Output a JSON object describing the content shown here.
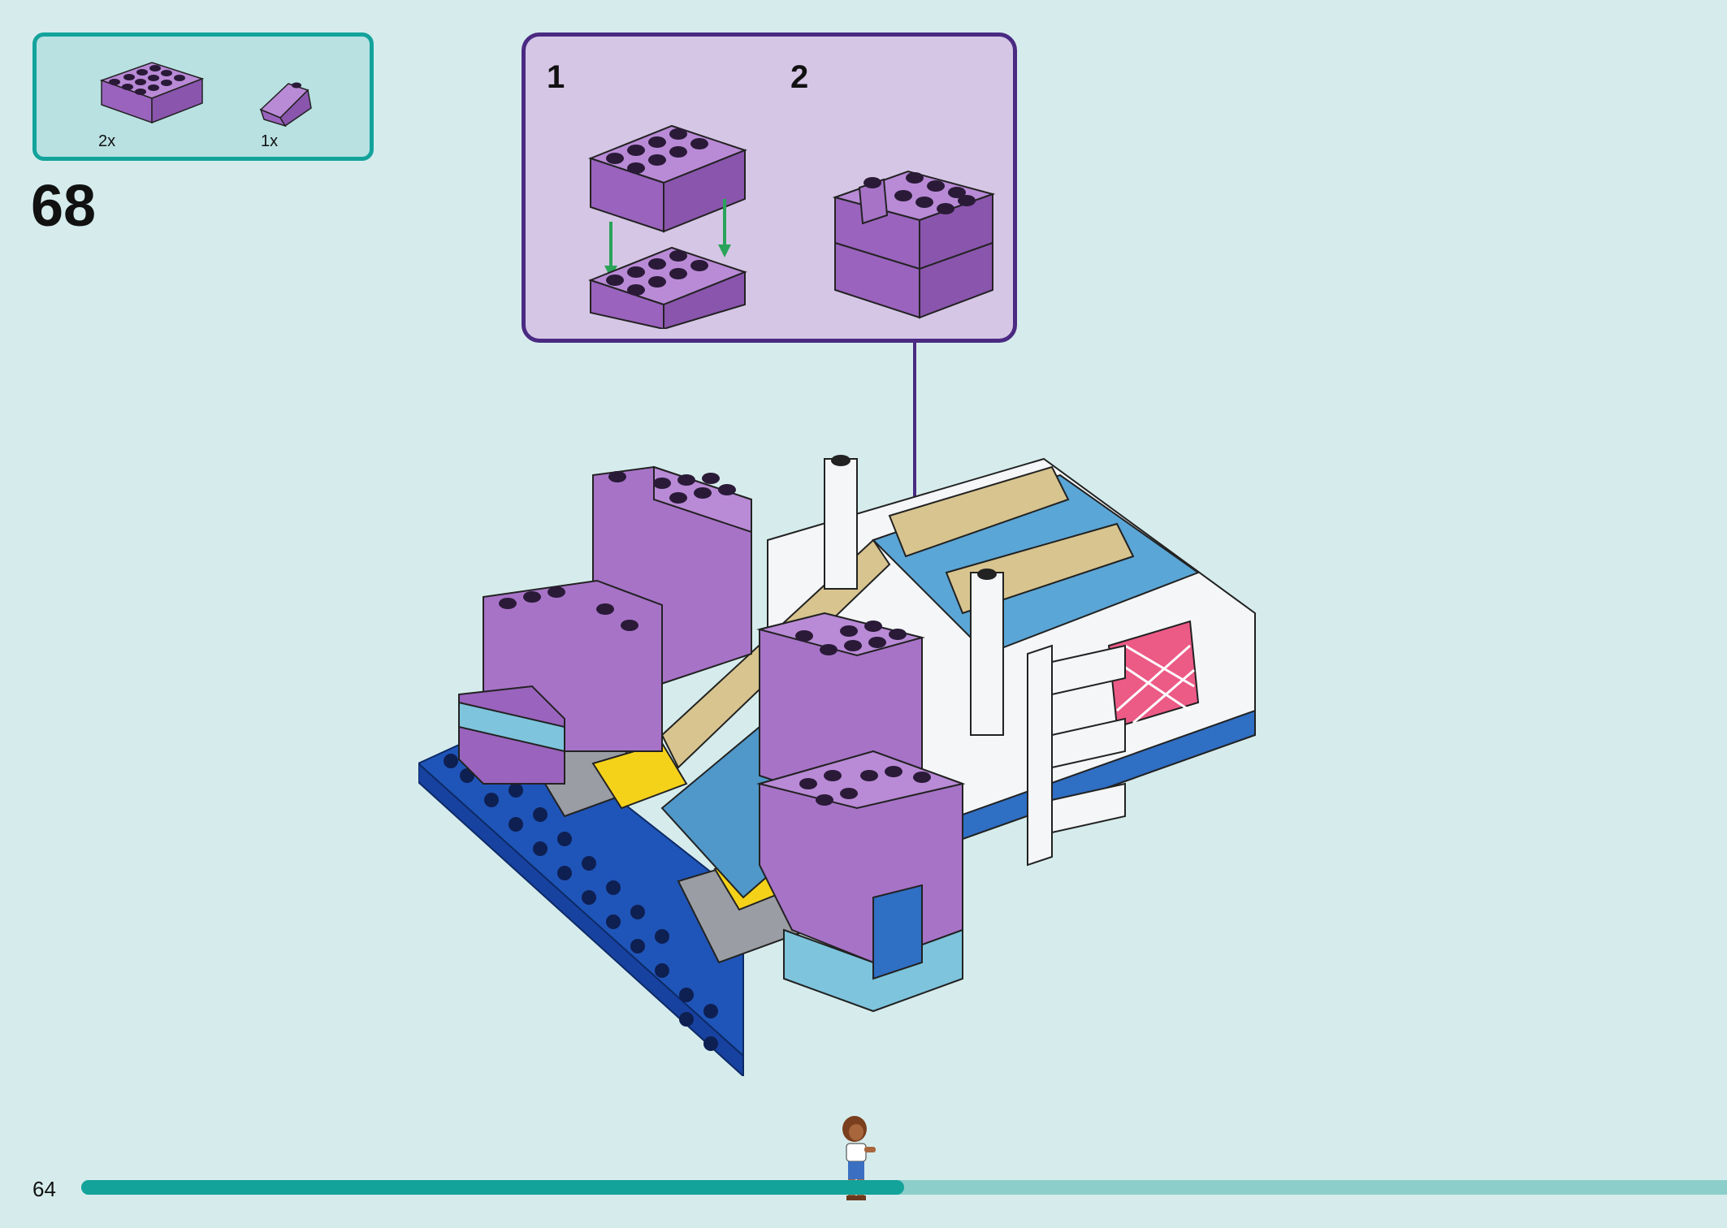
{
  "parts": [
    {
      "quantity": "2x",
      "icon": "purple-brick-2x4-icon"
    },
    {
      "quantity": "1x",
      "icon": "purple-slope-brick-icon"
    }
  ],
  "step_number": "68",
  "substeps": [
    {
      "number": "1",
      "icon": "stack-two-bricks-icon"
    },
    {
      "number": "2",
      "icon": "stacked-bricks-with-slope-icon"
    }
  ],
  "page_number": "64",
  "progress": {
    "fraction": 0.5
  },
  "colors": {
    "background": "#d6ecec",
    "parts_box": "#b9e1e2",
    "teal": "#13a39b",
    "subassembly_box": "#d6c6e6",
    "subassembly_border": "#4a2a82",
    "brick_purple": "#a06bc0",
    "arrow_green": "#2aa35a"
  }
}
